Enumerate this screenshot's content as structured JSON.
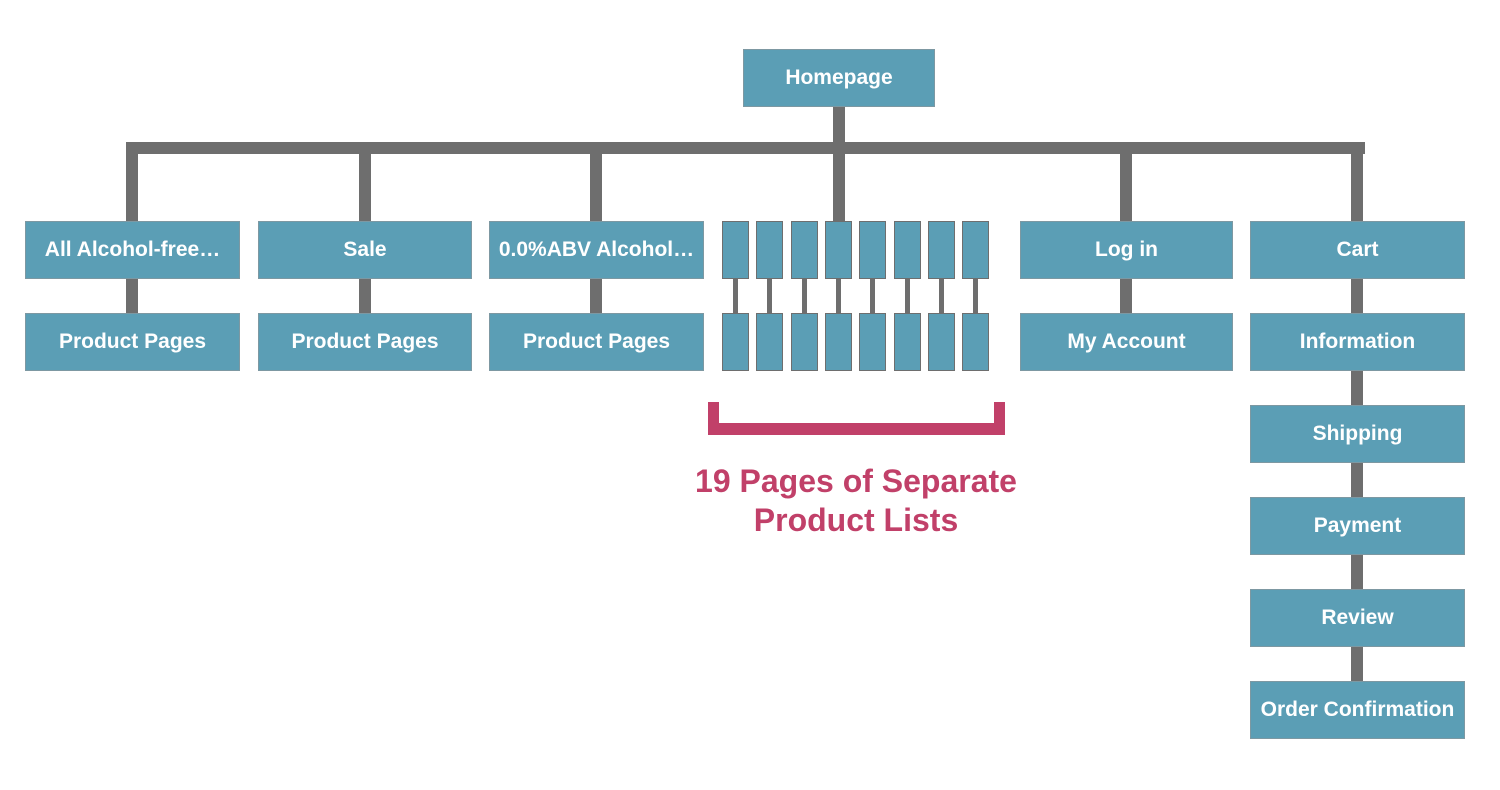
{
  "palette": {
    "node_blue": "#5B9EB5",
    "connector_gray": "#6E6E6E",
    "accent_pink": "#C14069",
    "node_text": "#FFFFFF"
  },
  "homepage": {
    "label": "Homepage"
  },
  "columns": [
    {
      "id": "alcohol-free",
      "top_label": "All Alcohol-free…",
      "bottom_label": "Product Pages"
    },
    {
      "id": "sale",
      "top_label": "Sale",
      "bottom_label": "Product Pages"
    },
    {
      "id": "abv",
      "top_label": "0.0%ABV Alcohol…",
      "bottom_label": "Product Pages"
    },
    {
      "id": "login",
      "top_label": "Log in",
      "bottom_label": "My Account"
    }
  ],
  "cart_flow": {
    "top_label": "Cart",
    "steps": [
      "Information",
      "Shipping",
      "Payment",
      "Review",
      "Order Confirmation"
    ]
  },
  "product_cluster": {
    "pair_count": 8,
    "caption": {
      "line1": "19 Pages of Separate",
      "line2": "Product Lists"
    }
  }
}
